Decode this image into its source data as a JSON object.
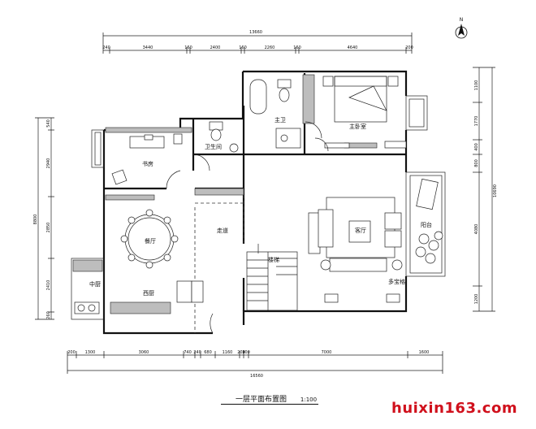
{
  "plan": {
    "title": "一层平面布置图",
    "scale": "1:100",
    "watermark": "huixin163.com",
    "north_label": "N",
    "rooms": {
      "study": "书房",
      "bathroom": "卫生间",
      "master_bath": "主卫",
      "master_bedroom": "主卧室",
      "living_room": "客厅",
      "balcony": "阳台",
      "dining_room": "餐厅",
      "corridor": "走道",
      "stairs": "楼梯",
      "chinese_kitchen": "中厨",
      "western_kitchen": "西厨",
      "multipurpose": "多宝格"
    },
    "dims_top": {
      "total": "13660",
      "segments": [
        "240",
        "3440",
        "160",
        "2400",
        "160",
        "2260",
        "160",
        "4640",
        "200"
      ]
    },
    "dims_bottom": {
      "total": "16560",
      "segments": [
        "200",
        "1300",
        "3060",
        "740",
        "240",
        "680",
        "1160",
        "200",
        "300",
        "7000",
        "1600"
      ]
    },
    "dims_left": {
      "total": "8800",
      "segments": [
        "540",
        "2940",
        "2850",
        "2410",
        "260"
      ]
    },
    "dims_right": {
      "total": "10690",
      "segments": [
        "1100",
        "1770",
        "400",
        "800",
        "4080",
        "1200"
      ]
    }
  }
}
